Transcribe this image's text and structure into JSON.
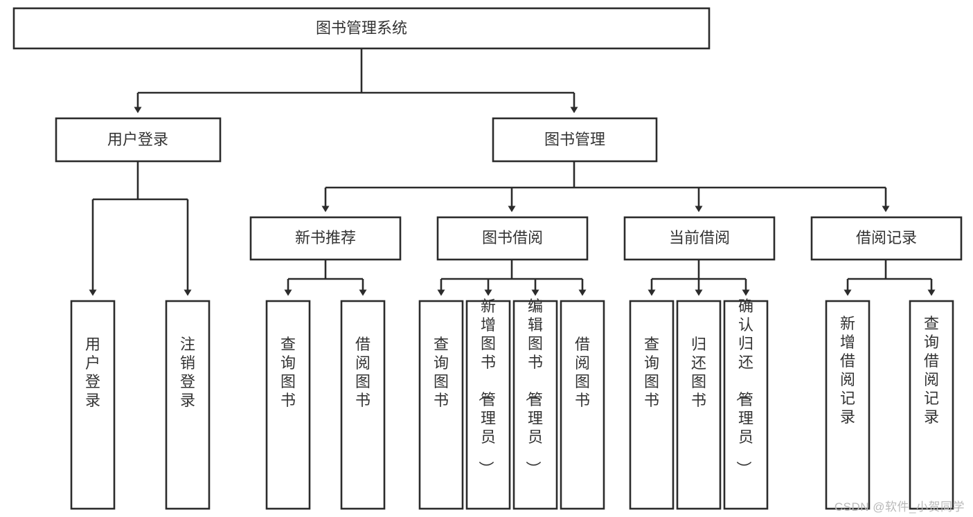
{
  "diagram": {
    "title": "图书管理系统",
    "type": "tree-hierarchy-diagram",
    "watermark": "CSDN @软件_小贺同学",
    "colors": {
      "background": "#ffffff",
      "box_border": "#2b2b2b",
      "box_fill": "#ffffff",
      "text": "#333333",
      "connector": "#2b2b2b",
      "watermark": "#b9b9b9"
    },
    "root": {
      "label": "图书管理系统"
    },
    "level2": [
      {
        "label": "用户登录"
      },
      {
        "label": "图书管理"
      }
    ],
    "level3": [
      {
        "label": "新书推荐"
      },
      {
        "label": "图书借阅"
      },
      {
        "label": "当前借阅"
      },
      {
        "label": "借阅记录"
      }
    ],
    "leaves": {
      "user_login": [
        {
          "label": "用户登录"
        },
        {
          "label": "注销登录"
        }
      ],
      "new_book_recommend": [
        {
          "label": "查询图书"
        },
        {
          "label": "借阅图书"
        }
      ],
      "book_borrow": [
        {
          "label": "查询图书"
        },
        {
          "label": "新增图书（管理员）"
        },
        {
          "label": "编辑图书（管理员）"
        },
        {
          "label": "借阅图书"
        }
      ],
      "current_borrow": [
        {
          "label": "查询图书"
        },
        {
          "label": "归还图书"
        },
        {
          "label": "确认归还（管理员）"
        }
      ],
      "borrow_record": [
        {
          "label": "新增借阅记录"
        },
        {
          "label": "查询借阅记录"
        }
      ]
    }
  }
}
